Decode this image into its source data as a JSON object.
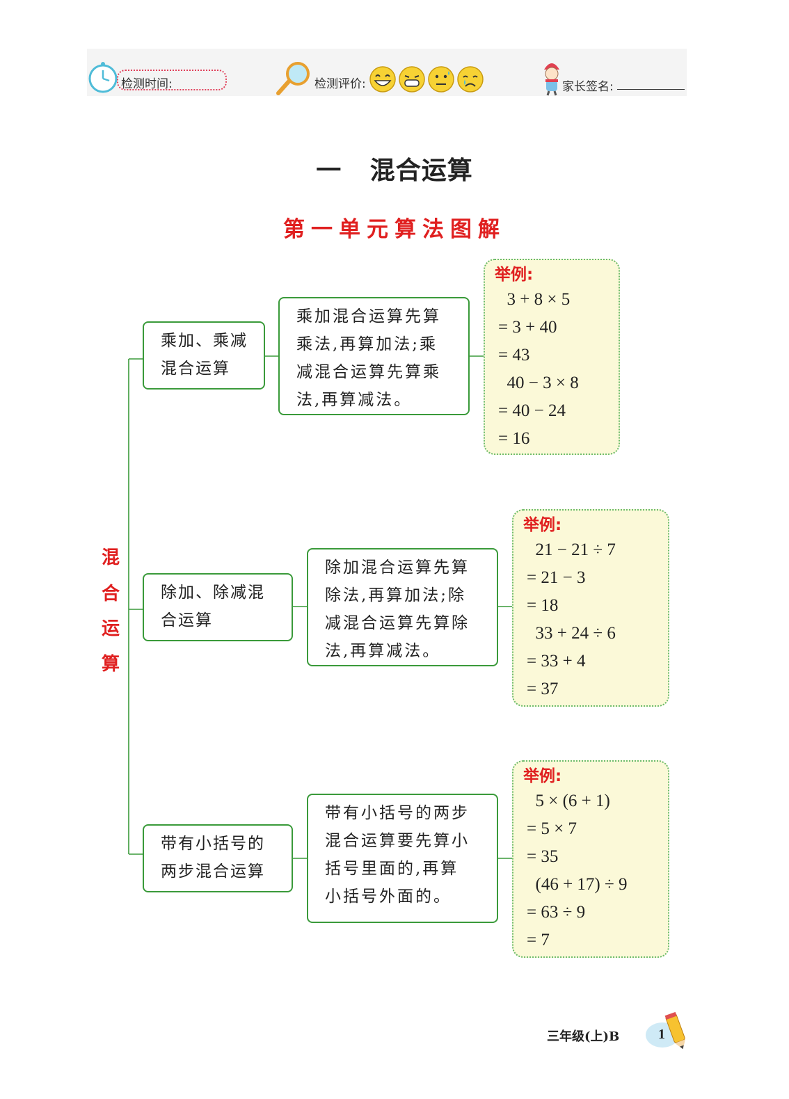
{
  "header": {
    "time_label": "检测时间:",
    "rating_label": "检测评价:",
    "signature_label": "家长签名:"
  },
  "chapter_title": "一   混合运算",
  "section_title": "第一单元算法图解",
  "root": [
    "混",
    "合",
    "运",
    "算"
  ],
  "branches": [
    {
      "name": [
        "乘加、乘减",
        "混合运算"
      ],
      "desc": [
        "乘加混合运算先算",
        "乘法,再算加法;乘",
        "减混合运算先算乘",
        "法,再算减法。"
      ],
      "example_label": "举例:",
      "example": [
        "  3 + 8 × 5",
        "= 3 + 40",
        "= 43",
        "  40 − 3 × 8",
        "= 40 − 24",
        "= 16"
      ]
    },
    {
      "name": [
        "除加、除减混",
        "合运算"
      ],
      "desc": [
        "除加混合运算先算",
        "除法,再算加法;除",
        "减混合运算先算除",
        "法,再算减法。"
      ],
      "example_label": "举例:",
      "example": [
        "  21 − 21 ÷ 7",
        "= 21 − 3",
        "= 18",
        "  33 + 24 ÷ 6",
        "= 33 + 4",
        "= 37"
      ]
    },
    {
      "name": [
        "带有小括号的",
        "两步混合运算"
      ],
      "desc": [
        "带有小括号的两步",
        "混合运算要先算小",
        "括号里面的,再算",
        "小括号外面的。"
      ],
      "example_label": "举例:",
      "example": [
        "  5 × (6 + 1)",
        "= 5 × 7",
        "= 35",
        "  (46 + 17) ÷ 9",
        "= 63 ÷ 9",
        "= 7"
      ]
    }
  ],
  "footer": {
    "grade": "三年级(上)B",
    "page_number": "1"
  },
  "colors": {
    "accent_red": "#e02020",
    "tree_green": "#3a9a3a",
    "example_bg": "#fbf9d8"
  }
}
